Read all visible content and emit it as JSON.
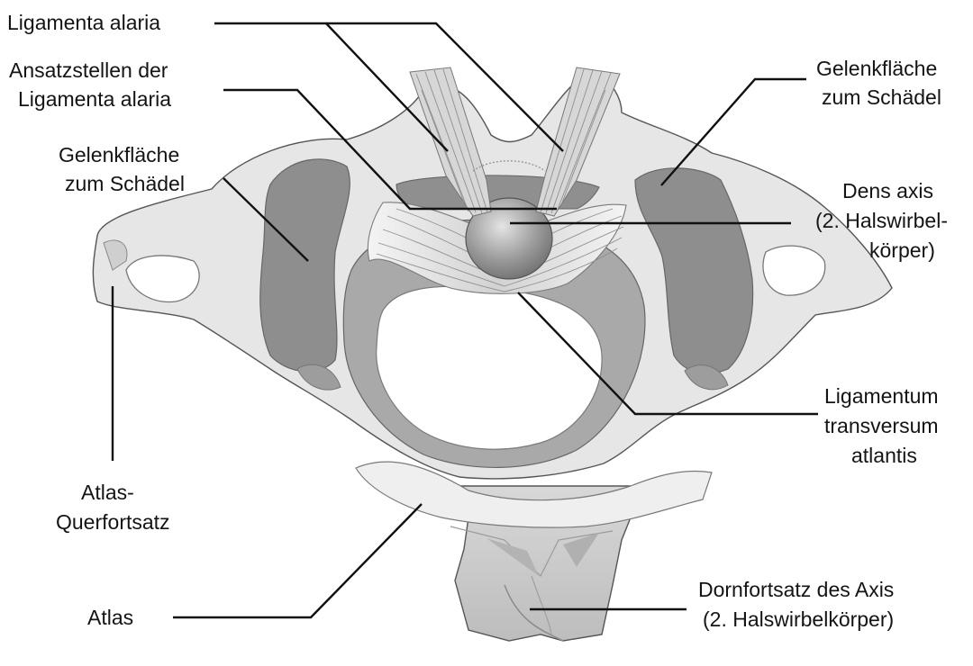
{
  "labels": {
    "ligamenta_alaria": "Ligamenta alaria",
    "ansatzstellen": [
      "Ansatzstellen der",
      "Ligamenta alaria"
    ],
    "gelenkflaeche_left": [
      "Gelenkfläche",
      "zum Schädel"
    ],
    "gelenkflaeche_right": [
      "Gelenkfläche",
      "zum Schädel"
    ],
    "dens_axis": [
      "Dens axis",
      "(2. Halswirbel-",
      "körper)"
    ],
    "ligamentum_transversum": [
      "Ligamentum",
      "transversum",
      "atlantis"
    ],
    "atlas_querfortsatz": [
      "Atlas-",
      "Querfortsatz"
    ],
    "atlas": "Atlas",
    "dornfortsatz": [
      "Dornfortsatz des Axis",
      "(2. Halswirbelkörper)"
    ]
  },
  "colors": {
    "bone_light": "#e6e6e6",
    "bone_mid": "#c9c9c9",
    "facet_dark": "#8e8e8e",
    "canal_white": "#ffffff",
    "line_black": "#111111"
  }
}
